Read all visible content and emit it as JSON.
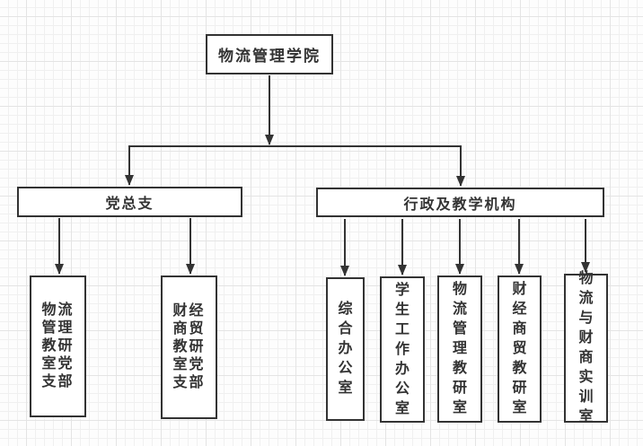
{
  "diagram": {
    "type": "org-chart",
    "root": {
      "label": "物流管理学院"
    },
    "branches": [
      {
        "label": "党总支",
        "children": [
          {
            "label": "物流管理教研室党支部"
          },
          {
            "label": "财经商贸教研室党支部"
          }
        ]
      },
      {
        "label": "行政及教学机构",
        "children": [
          {
            "label": "综合办公室"
          },
          {
            "label": "学生工作办公室"
          },
          {
            "label": "物流管理教研室"
          },
          {
            "label": "财经商贸教研室"
          },
          {
            "label": "物流与财商实训室"
          }
        ]
      }
    ],
    "colors": {
      "stroke": "#333333",
      "text": "#333333",
      "node_fill": "#ffffff",
      "canvas_bg": "#fdfdfd",
      "grid_minor": "#f0f0f0",
      "grid_major": "#e4e4e4"
    }
  }
}
